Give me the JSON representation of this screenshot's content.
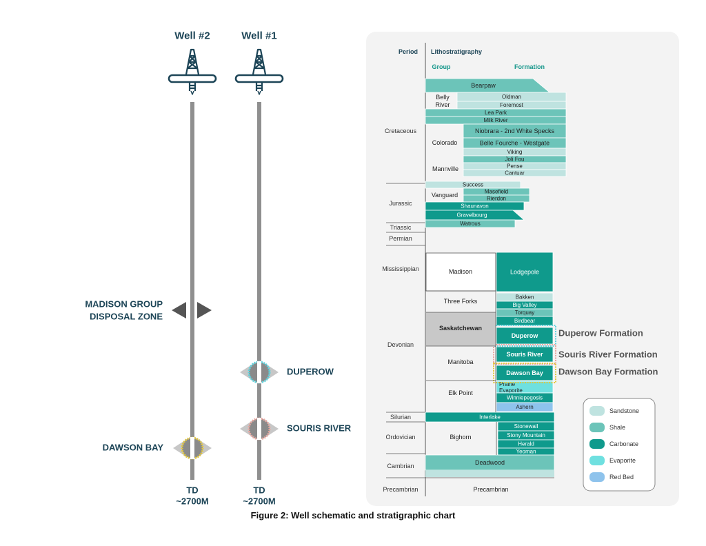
{
  "wells": {
    "well2_label": "Well #2",
    "well1_label": "Well #1",
    "td_label_well2": [
      "TD",
      "~2700M"
    ],
    "td_label_well1": [
      "TD",
      "~2700M"
    ],
    "madison_label": [
      "MADISON GROUP",
      "DISPOSAL ZONE"
    ],
    "duperow_label": "DUPEROW",
    "souris_label": "SOURIS RIVER",
    "dawson_label": "DAWSON BAY"
  },
  "chart": {
    "header_period": "Period",
    "header_litho": "Lithostratigraphy",
    "header_group": "Group",
    "header_formation": "Formation",
    "periods": [
      {
        "id": "cretaceous",
        "label": "Cretaceous"
      },
      {
        "id": "jurassic",
        "label": "Jurassic"
      },
      {
        "id": "triassic",
        "label": "Triassic"
      },
      {
        "id": "permian",
        "label": "Permian"
      },
      {
        "id": "mississippian",
        "label": "Mississippian"
      },
      {
        "id": "devonian",
        "label": "Devonian"
      },
      {
        "id": "silurian",
        "label": "Silurian"
      },
      {
        "id": "ordovician",
        "label": "Ordovician"
      },
      {
        "id": "cambrian",
        "label": "Cambrian"
      },
      {
        "id": "precambrian",
        "label": "Precambrian"
      }
    ],
    "groups": [
      {
        "id": "belly",
        "lines": [
          "Belly",
          "River"
        ]
      },
      {
        "id": "colorado",
        "lines": [
          "Colorado"
        ]
      },
      {
        "id": "mannville",
        "lines": [
          "Mannville"
        ]
      },
      {
        "id": "vanguard",
        "lines": [
          "Vanguard"
        ]
      },
      {
        "id": "madison",
        "lines": [
          "Madison"
        ]
      },
      {
        "id": "threeforks",
        "lines": [
          "Three Forks"
        ]
      },
      {
        "id": "saskatchewan",
        "lines": [
          "Saskatchewan"
        ]
      },
      {
        "id": "manitoba",
        "lines": [
          "Manitoba"
        ]
      },
      {
        "id": "elkpoint",
        "lines": [
          "Elk Point"
        ]
      },
      {
        "id": "bighorn",
        "lines": [
          "Bighorn"
        ]
      },
      {
        "id": "precambrian_g",
        "lines": [
          "Precambrian"
        ]
      }
    ],
    "formations": [
      {
        "id": "bearpaw",
        "label": "Bearpaw",
        "lith": "shale"
      },
      {
        "id": "oldman",
        "label": "Oldman",
        "lith": "sandstone"
      },
      {
        "id": "foremost",
        "label": "Foremost",
        "lith": "sandstone"
      },
      {
        "id": "leapark",
        "label": "Lea Park",
        "lith": "shale"
      },
      {
        "id": "milkriver",
        "label": "Milk River",
        "lith": "shale"
      },
      {
        "id": "niobrara",
        "label": "Niobrara - 2nd White Specks",
        "lith": "shale"
      },
      {
        "id": "bellefourche",
        "label": "Belle Fourche - Westgate",
        "lith": "shale"
      },
      {
        "id": "viking",
        "label": "Viking",
        "lith": "sandstone"
      },
      {
        "id": "jolifou",
        "label": "Joli Fou",
        "lith": "shale"
      },
      {
        "id": "pense",
        "label": "Pense",
        "lith": "sandstone"
      },
      {
        "id": "cantuar",
        "label": "Cantuar",
        "lith": "sandstone"
      },
      {
        "id": "success",
        "label": "Success",
        "lith": "sandstone"
      },
      {
        "id": "masefield",
        "label": "Masefield",
        "lith": "shale"
      },
      {
        "id": "rierdon",
        "label": "Rierdon",
        "lith": "shale"
      },
      {
        "id": "shaunavon",
        "label": "Shaunavon",
        "lith": "carbonate"
      },
      {
        "id": "gravelbourg",
        "label": "Gravelbourg",
        "lith": "carbonate"
      },
      {
        "id": "watrous",
        "label": "Watrous",
        "lith": "shale"
      },
      {
        "id": "lodgepole",
        "label": "Lodgepole",
        "lith": "carbonate"
      },
      {
        "id": "bakken",
        "label": "Bakken",
        "lith": "sandstone"
      },
      {
        "id": "bigvalley",
        "label": "Big Valley",
        "lith": "carbonate"
      },
      {
        "id": "torquay",
        "label": "Torquay",
        "lith": "shale"
      },
      {
        "id": "birdbear",
        "label": "Birdbear",
        "lith": "carbonate"
      },
      {
        "id": "duperow",
        "label": "Duperow",
        "lith": "carbonate"
      },
      {
        "id": "sourisriver",
        "label": "Souris River",
        "lith": "carbonate"
      },
      {
        "id": "dawsonbay",
        "label": "Dawson Bay",
        "lith": "carbonate"
      },
      {
        "id": "prairie",
        "label": [
          "Prairie",
          "Evaporite"
        ],
        "lith": "evaporite"
      },
      {
        "id": "winnipegosis",
        "label": "Winniepegosis",
        "lith": "carbonate"
      },
      {
        "id": "ashern",
        "label": "Ashern",
        "lith": "redbed"
      },
      {
        "id": "interlake",
        "label": "Interlake",
        "lith": "carbonate"
      },
      {
        "id": "stonewall",
        "label": "Stonewall",
        "lith": "carbonate"
      },
      {
        "id": "stonymountain",
        "label": "Stony Mountain",
        "lith": "carbonate"
      },
      {
        "id": "herald",
        "label": "Herald",
        "lith": "carbonate"
      },
      {
        "id": "yeoman",
        "label": "Yeoman",
        "lith": "carbonate"
      },
      {
        "id": "deadwood",
        "label": "Deadwood",
        "lith": "shale"
      }
    ],
    "callouts": {
      "duperow": "Duperow Formation",
      "souris": "Souris River Formation",
      "dawson": "Dawson Bay Formation"
    },
    "legend": [
      {
        "id": "sandstone",
        "label": "Sandstone",
        "color": "#bfe3e0"
      },
      {
        "id": "shale",
        "label": "Shale",
        "color": "#6cc4b9"
      },
      {
        "id": "carbonate",
        "label": "Carbonate",
        "color": "#0f9a8c"
      },
      {
        "id": "evaporite",
        "label": "Evaporite",
        "color": "#6fe0e0"
      },
      {
        "id": "redbed",
        "label": "Red Bed",
        "color": "#8ec3ec"
      }
    ]
  },
  "caption": "Figure 2: Well schematic and stratigraphic chart"
}
